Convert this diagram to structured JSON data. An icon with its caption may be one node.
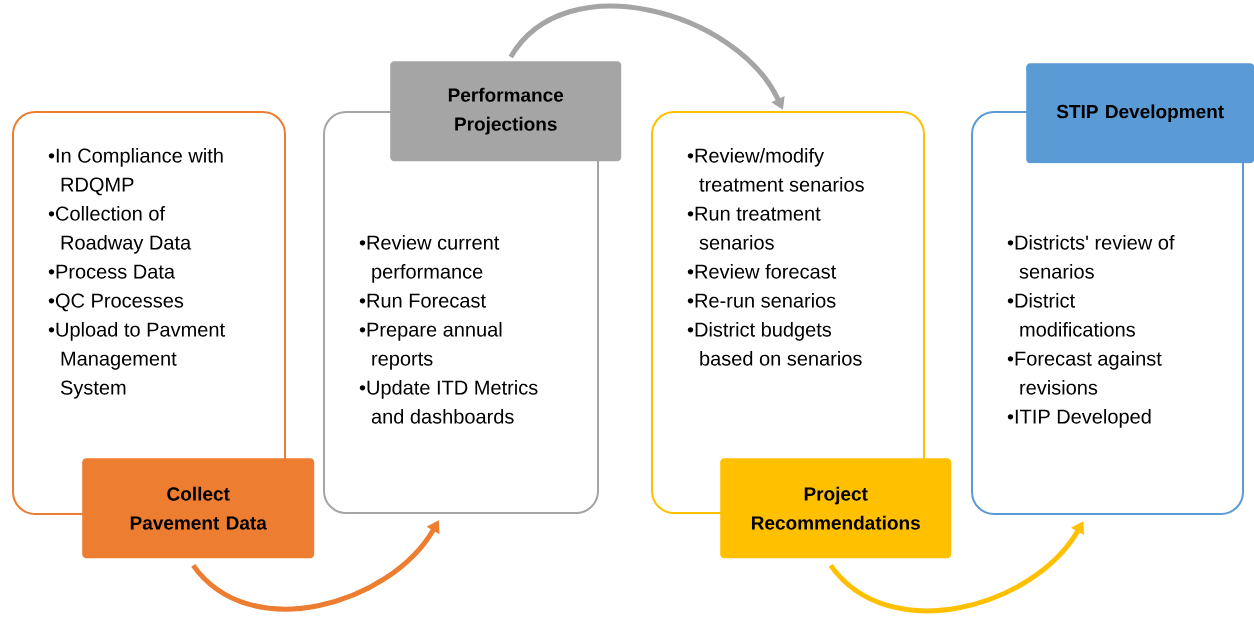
{
  "diagram": {
    "nodes": [
      {
        "text": [
          "•In Compliance with RDQMP",
          "•Collection of Roadway Data",
          "•Process Data",
          "•QC Processes",
          "•Upload to Pavment Management System"
        ]
      },
      {
        "text": [
          "Collect Pavement Data"
        ]
      },
      {
        "text": [
          "•Review current performance",
          "•Run Forecast",
          "•Prepare annual reports",
          "•Update ITD Metrics and dashboards"
        ]
      },
      {
        "text": [
          "Performance Projections"
        ]
      },
      {
        "text": [
          "•Review/modify treatment senarios",
          "•Run treatment senarios",
          "•Review forecast",
          "•Re-run senarios",
          "•District budgets based on senarios"
        ]
      },
      {
        "text": [
          "Project Recommendations"
        ]
      },
      {
        "text": [
          "•Districts' review of senarios",
          "•District modifications",
          "•Forecast against revisions",
          "•ITIP Developed"
        ]
      },
      {
        "text": [
          "STIP Development"
        ]
      }
    ],
    "edges": [
      {
        "from": 1,
        "to": 2,
        "arrow": "to",
        "color": "#ed7d31"
      },
      {
        "from": 3,
        "to": 4,
        "arrow": "to",
        "color": "#a5a5a5"
      },
      {
        "from": 5,
        "to": 6,
        "arrow": "to",
        "color": "#ffc000"
      }
    ]
  }
}
